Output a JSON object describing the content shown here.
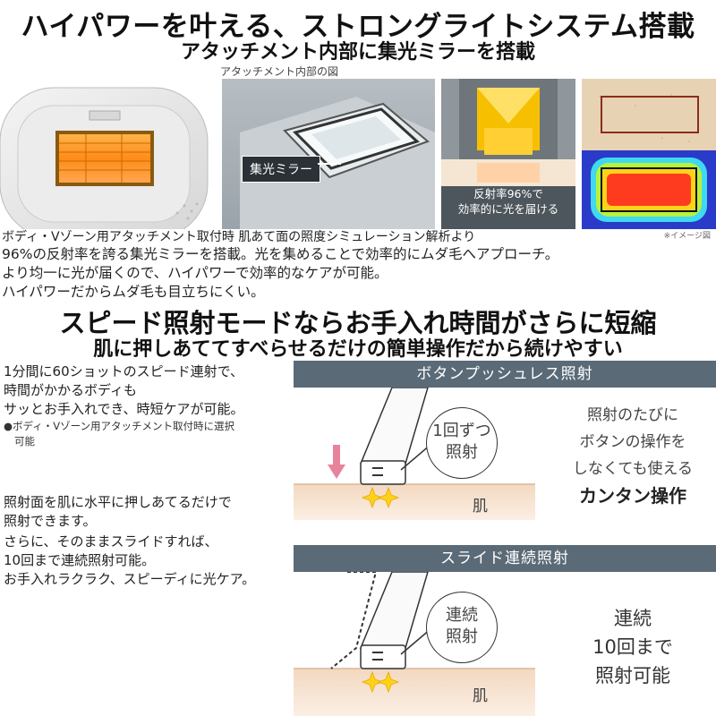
{
  "header": {
    "title": "ハイパワーを叶える、ストロングライトシステム搭載",
    "subtitle": "アタッチメント内部に集光ミラーを搭載"
  },
  "figure": {
    "inner_caption": "アタッチメント内部の図",
    "mirror_label": "集光ミラー",
    "reflect_label_line1": "反射率96%で",
    "reflect_label_line2": "効率的に光を届ける",
    "image_note": "※イメージ図"
  },
  "intro_text": {
    "line1": "ボディ・Vゾーン用アタッチメント取付時 肌あて面の照度シミュレーション解析より",
    "line2": "96%の反射率を誇る集光ミラーを搭載。光を集めることで効率的にムダ毛へアプローチ。",
    "line3": "より均一に光が届くので、ハイパワーで効率的なケアが可能。",
    "line4": "ハイパワーだからムダ毛も目立ちにくい。"
  },
  "speed_section": {
    "title": "スピード照射モードならお手入れ時間がさらに短縮",
    "subtitle": "肌に押しあててすべらせるだけの簡単操作だから続けやすい",
    "text1_line1": "1分間に60ショットのスピード連射で、",
    "text1_line2": "時間がかかるボディも",
    "text1_line3": "サッとお手入れでき、時短ケアが可能。",
    "note_line1": "●ボディ・Vゾーン用アタッチメント取付時に選択",
    "note_line2": "可能",
    "text2_line1": "照射面を肌に水平に押しあてるだけで",
    "text2_line2": "照射できます。",
    "text2_line3": "さらに、そのままスライドすれば、",
    "text2_line4": "10回まで連続照射可能。",
    "text2_line5": "お手入れラクラク、スピーディに光ケア。"
  },
  "panel_buttonless": {
    "band_label": "ボタンプッシュレス照射",
    "bubble_line1": "1回ずつ",
    "bubble_line2": "照射",
    "skin_label": "肌",
    "desc_line1": "照射のたびに",
    "desc_line2": "ボタンの操作を",
    "desc_line3": "しなくても使える",
    "desc_line4": "カンタン操作",
    "arrow_color": "#e8839c"
  },
  "panel_slide": {
    "band_label": "スライド連続照射",
    "bubble_line1": "連続",
    "bubble_line2": "照射",
    "skin_label": "肌",
    "desc_line1": "連続",
    "desc_line2": "10回まで",
    "desc_line3": "照射可能"
  }
}
